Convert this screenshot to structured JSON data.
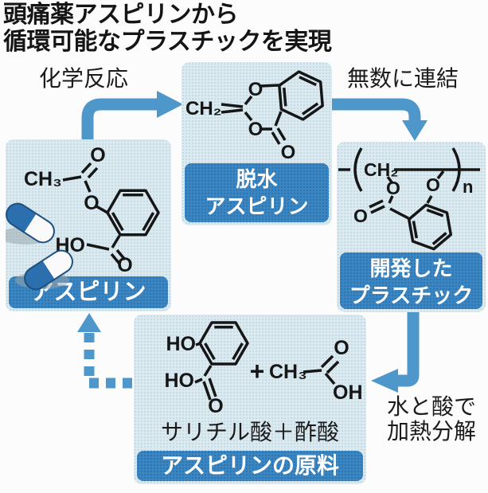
{
  "title": {
    "line1": "頭痛薬アスピリンから",
    "line2": "循環可能なプラスチックを実現"
  },
  "flow_labels": {
    "chemical_reaction": "化学反応",
    "link_countless": "無数に連結",
    "decompose_line1": "水と酸で",
    "decompose_line2": "加熱分解"
  },
  "boxes": {
    "aspirin": {
      "band": "アスピリン"
    },
    "dehydrated_aspirin": {
      "band_line1": "脱水",
      "band_line2": "アスピリン"
    },
    "developed_plastic": {
      "band_line1": "開発した",
      "band_line2": "プラスチック"
    },
    "raw_material": {
      "caption": "サリチル酸＋酢酸",
      "band": "アスピリンの原料"
    }
  },
  "molecules": {
    "aspirin": {
      "ch3": "CH₃",
      "o_acetyl": "O",
      "o_ester": "O",
      "ho": "HO",
      "o_acid": "O"
    },
    "dehydrated_aspirin": {
      "ch2": "CH₂",
      "o_ring_top": "O",
      "o_ring_bottom": "O",
      "o_carbonyl": "O"
    },
    "polymer": {
      "ch2": "CH₂",
      "o_ester": "O",
      "o_aryl": "O",
      "o_carbonyl": "O",
      "repeat_n": "n"
    },
    "salicylic_acid": {
      "ho_phenol": "HO",
      "ho_acid": "HO",
      "o_carbonyl": "O"
    },
    "acetic_acid": {
      "plus": "+",
      "ch3": "CH₃",
      "o_carbonyl": "O",
      "oh": "OH"
    }
  },
  "colors": {
    "band_blue": "#3a86c2",
    "box_light_blue": "#dceaf0",
    "arrow_blue": "#4e97cb",
    "pill_blue": "#2b6fae",
    "text_black": "#161616"
  }
}
